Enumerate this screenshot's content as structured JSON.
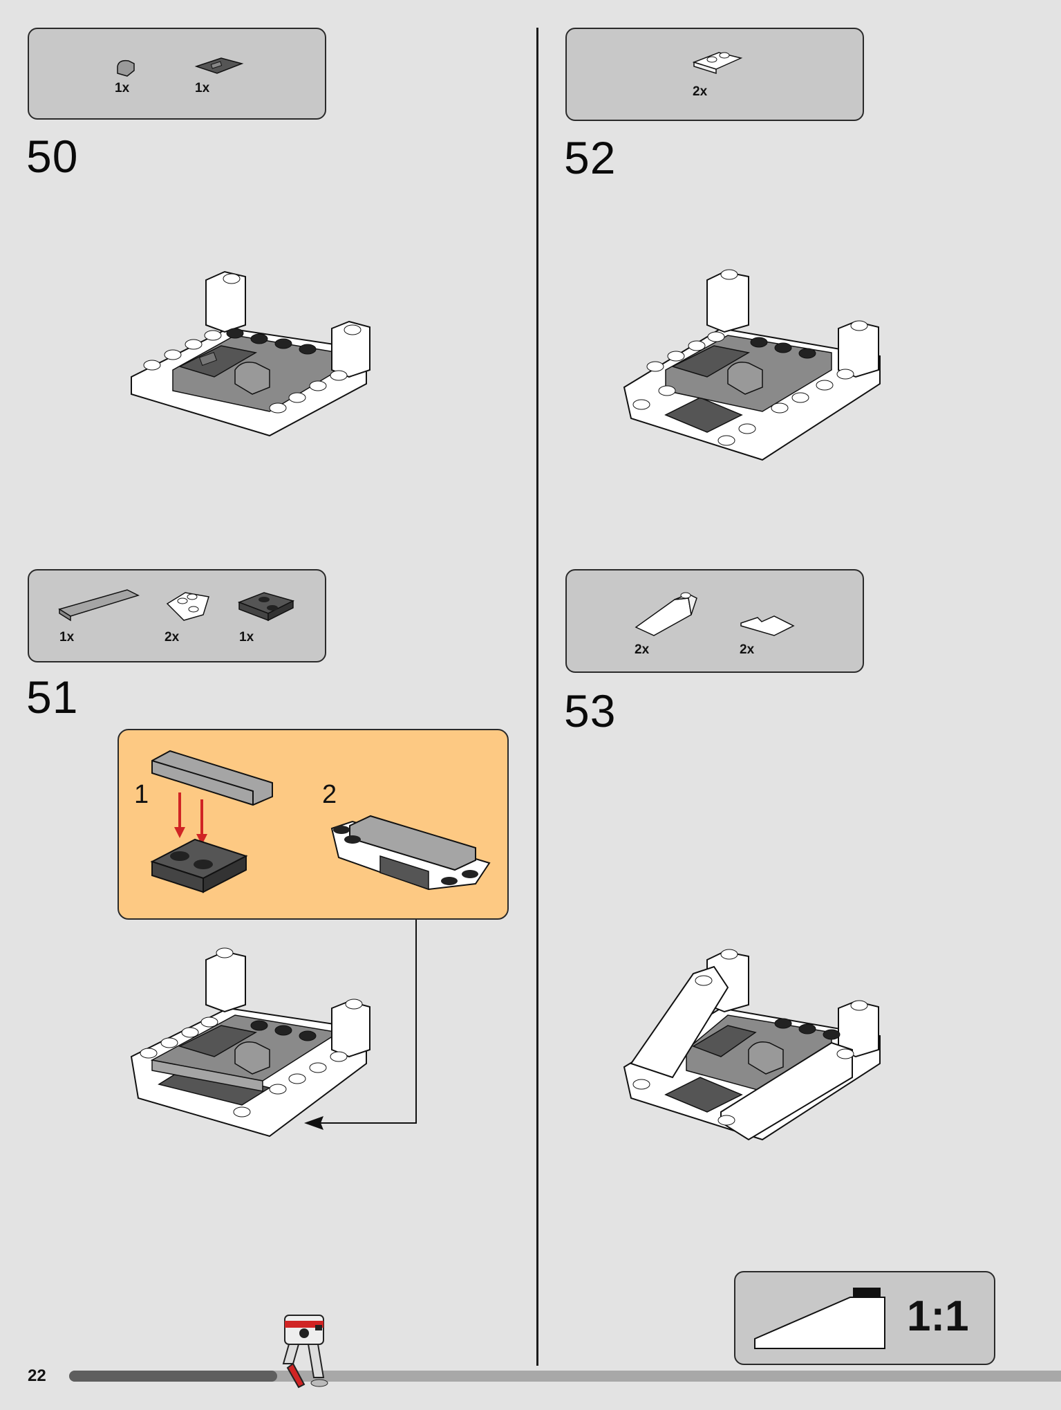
{
  "page": {
    "number": "22"
  },
  "steps": [
    {
      "number": "50",
      "parts": [
        {
          "qty": "1x",
          "part": "rounded-tile-icon"
        },
        {
          "qty": "1x",
          "part": "grille-tile-icon"
        }
      ]
    },
    {
      "number": "51",
      "parts": [
        {
          "qty": "1x",
          "part": "long-plate-icon"
        },
        {
          "qty": "2x",
          "part": "wedge-plate-white-icon"
        },
        {
          "qty": "1x",
          "part": "plate-2x2-dark-icon"
        }
      ],
      "substeps": [
        {
          "number": "1"
        },
        {
          "number": "2"
        }
      ]
    },
    {
      "number": "52",
      "parts": [
        {
          "qty": "2x",
          "part": "plate-1x2-white-icon"
        }
      ]
    },
    {
      "number": "53",
      "parts": [
        {
          "qty": "2x",
          "part": "slope-white-icon"
        },
        {
          "qty": "2x",
          "part": "wedge-tile-white-icon"
        }
      ]
    }
  ],
  "scale": {
    "label": "1:1"
  },
  "progress": {
    "fraction": 0.21
  },
  "colors": {
    "background": "#e3e3e3",
    "parts_box": "#c8c8c8",
    "callout": "#fdc983",
    "arrow_red": "#d02424"
  }
}
